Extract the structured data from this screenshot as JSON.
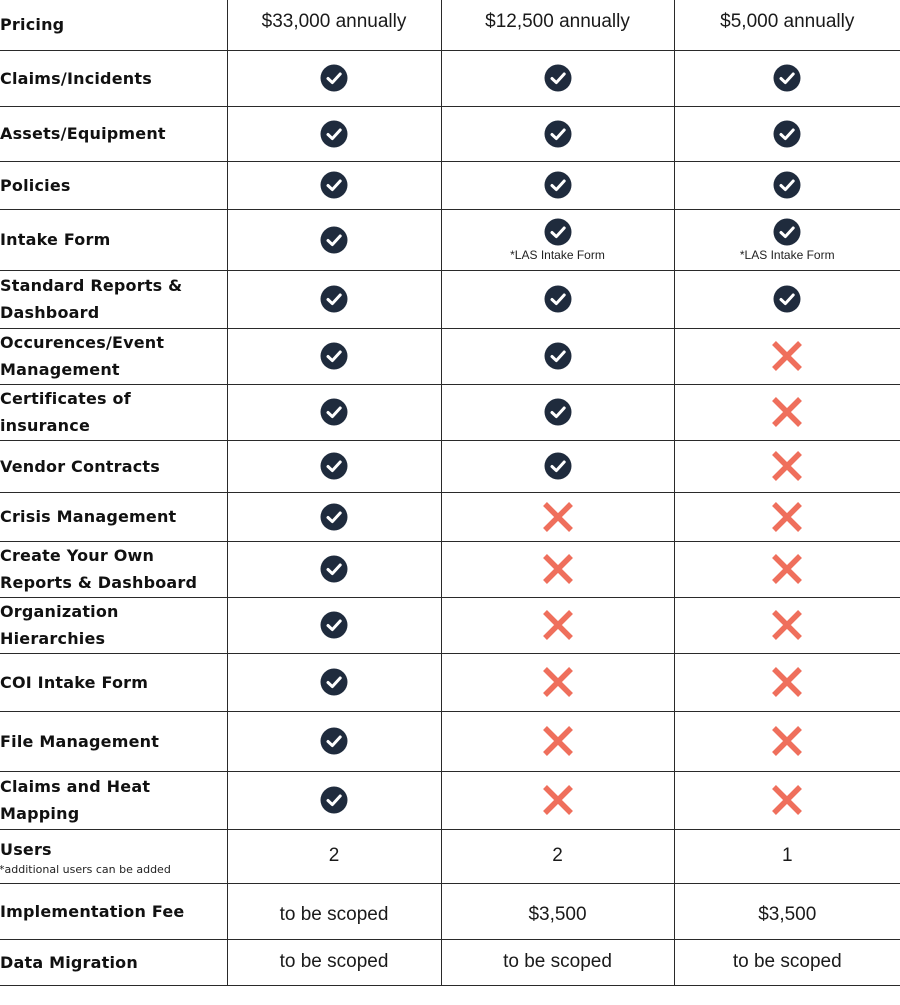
{
  "colors": {
    "check_fill": "#1f2b3d",
    "cross": "#ef6f5c",
    "border": "#2a2a2a"
  },
  "icons": {
    "yes": "check-circle-icon",
    "no": "cross-x-icon"
  },
  "table": {
    "rows": [
      {
        "label": "Pricing",
        "kind": "text",
        "cells": [
          "$33,000 annually",
          "$12,500 annually",
          "$5,000 annually"
        ]
      },
      {
        "label": "Claims/Incidents",
        "kind": "mark",
        "cells": [
          "yes",
          "yes",
          "yes"
        ]
      },
      {
        "label": "Assets/Equipment",
        "kind": "mark",
        "cells": [
          "yes",
          "yes",
          "yes"
        ]
      },
      {
        "label": "Policies",
        "kind": "mark",
        "cells": [
          "yes",
          "yes",
          "yes"
        ]
      },
      {
        "label": "Intake Form",
        "kind": "mark",
        "cells": [
          "yes",
          "yes",
          "yes"
        ],
        "notes": [
          "",
          "*LAS Intake Form",
          "*LAS Intake Form"
        ]
      },
      {
        "label": "Standard Reports & Dashboard",
        "kind": "mark",
        "cells": [
          "yes",
          "yes",
          "yes"
        ]
      },
      {
        "label": "Occurences/Event Management",
        "kind": "mark",
        "cells": [
          "yes",
          "yes",
          "no"
        ]
      },
      {
        "label": "Certificates of insurance",
        "kind": "mark",
        "cells": [
          "yes",
          "yes",
          "no"
        ]
      },
      {
        "label": "Vendor Contracts",
        "kind": "mark",
        "cells": [
          "yes",
          "yes",
          "no"
        ]
      },
      {
        "label": "Crisis Management",
        "kind": "mark",
        "cells": [
          "yes",
          "no",
          "no"
        ]
      },
      {
        "label": "Create Your Own Reports & Dashboard",
        "kind": "mark",
        "cells": [
          "yes",
          "no",
          "no"
        ]
      },
      {
        "label": "Organization Hierarchies",
        "kind": "mark",
        "cells": [
          "yes",
          "no",
          "no"
        ]
      },
      {
        "label": "COI Intake Form",
        "kind": "mark",
        "cells": [
          "yes",
          "no",
          "no"
        ]
      },
      {
        "label": "File Management",
        "kind": "mark",
        "cells": [
          "yes",
          "no",
          "no"
        ]
      },
      {
        "label": "Claims and Heat Mapping",
        "kind": "mark",
        "cells": [
          "yes",
          "no",
          "no"
        ]
      },
      {
        "label": "Users",
        "label_note": "*additional users can be added",
        "kind": "text",
        "cells": [
          "2",
          "2",
          "1"
        ]
      },
      {
        "label": "Implementation Fee",
        "kind": "text",
        "cells": [
          "to be scoped",
          "$3,500",
          "$3,500"
        ]
      },
      {
        "label": "Data Migration",
        "kind": "text",
        "cells": [
          "to be scoped",
          "to be scoped",
          "to be scoped"
        ]
      }
    ]
  }
}
